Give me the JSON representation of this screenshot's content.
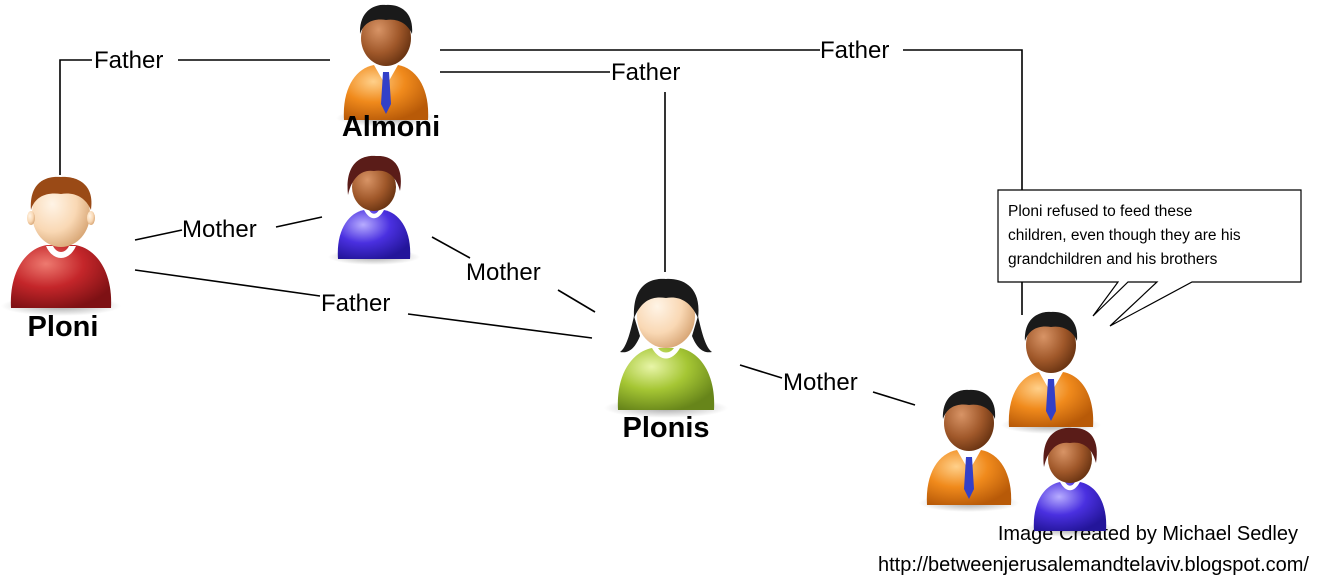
{
  "people": {
    "almoni": {
      "name": "Almoni",
      "icon": "man-orange-suit-icon"
    },
    "ploni": {
      "name": "Ploni",
      "icon": "man-red-shirt-icon"
    },
    "plonis": {
      "name": "Plonis",
      "icon": "woman-green-shirt-icon"
    },
    "mother": {
      "icon": "woman-purple-icon"
    },
    "children": [
      {
        "icon": "man-orange-suit-icon"
      },
      {
        "icon": "man-orange-suit-icon"
      },
      {
        "icon": "woman-purple-icon"
      }
    ]
  },
  "relations": {
    "ploni_almoni": "Father",
    "almoni_children": "Father",
    "almoni_plonis": "Father",
    "ploni_mother": "Mother",
    "mother_plonis": "Mother",
    "ploni_plonis": "Father",
    "plonis_children": "Mother"
  },
  "callout": {
    "lines": [
      "Ploni refused to feed these",
      "children, even though they are his",
      "grandchildren and his brothers"
    ]
  },
  "credit": {
    "line1": "Image Created by Michael Sedley",
    "line2": "http://betweenjerusalemandtelaviv.blogspot.com/"
  },
  "colors": {
    "orange_suit": "#f08a1c",
    "blue_tie": "#3340c8",
    "red_shirt": "#c4262a",
    "green_shirt": "#a5c634",
    "purple_shirt": "#4a30e0",
    "skin_dark": "#a0582a",
    "skin_light": "#f9d8b4",
    "hair_dark": "#1a1a1a",
    "hair_brown": "#7a3b12"
  }
}
